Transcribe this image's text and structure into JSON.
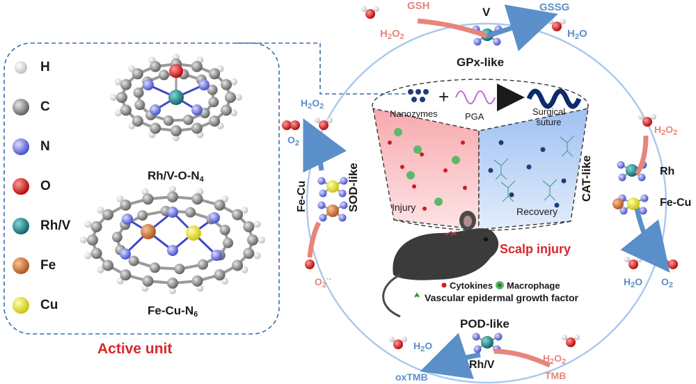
{
  "legend": [
    {
      "label": "H",
      "color": "#f2f2f2"
    },
    {
      "label": "C",
      "color": "#8a8a8a"
    },
    {
      "label": "N",
      "color": "#6f77e0"
    },
    {
      "label": "O",
      "color": "#e01a1a"
    },
    {
      "label": "Rh/V",
      "color": "#157f86"
    },
    {
      "label": "Fe",
      "color": "#d2722f"
    },
    {
      "label": "Cu",
      "color": "#f0ec1a"
    }
  ],
  "structures": {
    "top": {
      "label": "Rh/V-O-N",
      "sub": "4"
    },
    "bottom": {
      "label": "Fe-Cu-N",
      "sub": "6"
    }
  },
  "active_unit": "Active unit",
  "activities": {
    "gpx": {
      "title": "GPx-like",
      "metal": "V",
      "in": "GSH",
      "out": "GSSG",
      "reagent": "H",
      "reagent_sub1": "2",
      "reagent_rest": "O",
      "reagent_sub2": "2",
      "product": "H",
      "product_sub": "2",
      "product_rest": "O"
    },
    "cat": {
      "title": "CAT-like",
      "metal1": "Rh",
      "metal2": "Fe-Cu",
      "reagent": "H",
      "reagent_sub1": "2",
      "reagent_rest": "O",
      "reagent_sub2": "2",
      "p1": "H",
      "p1_sub": "2",
      "p1_rest": "O",
      "p2": "O",
      "p2_sub": "2"
    },
    "pod": {
      "title": "POD-like",
      "metal": "Rh/V",
      "in": "TMB",
      "out": "oxTMB",
      "reagent": "H",
      "reagent_sub1": "2",
      "reagent_rest": "O",
      "reagent_sub2": "2",
      "product": "H",
      "product_sub": "2",
      "product_rest": "O"
    },
    "sod": {
      "title": "SOD-like",
      "metal": "Fe-Cu",
      "reagent": "O",
      "reagent_sub": "2",
      "reagent_sup": "·-",
      "p1": "H",
      "p1_sub1": "2",
      "p1_rest": "O",
      "p1_sub2": "2",
      "p2": "O",
      "p2_sub": "2"
    }
  },
  "center": {
    "nanozymes": "Nanozymes",
    "pga": "PGA",
    "suture": "Surgical",
    "suture2": "suture",
    "injury": "Injury",
    "recovery": "Recovery",
    "scalp": "Scalp injury",
    "cytokines": "Cytokines",
    "macrophage": "Macrophage",
    "vegf": "Vascular epidermal growth factor"
  }
}
